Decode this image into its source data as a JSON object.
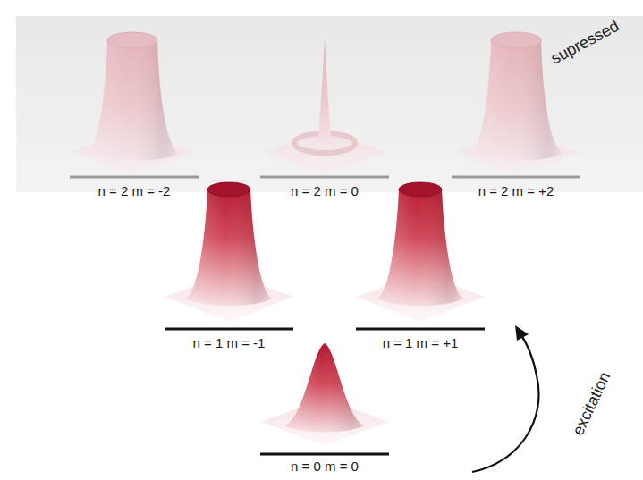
{
  "diagram": {
    "labels": [
      "n = 2 m = -2",
      "n = 2 m = 0",
      "n = 2 m = +2",
      "supressed",
      "n = 1 m = -1",
      "n = 1 m = +1",
      "excitation",
      "n = 0 m = 0"
    ]
  }
}
